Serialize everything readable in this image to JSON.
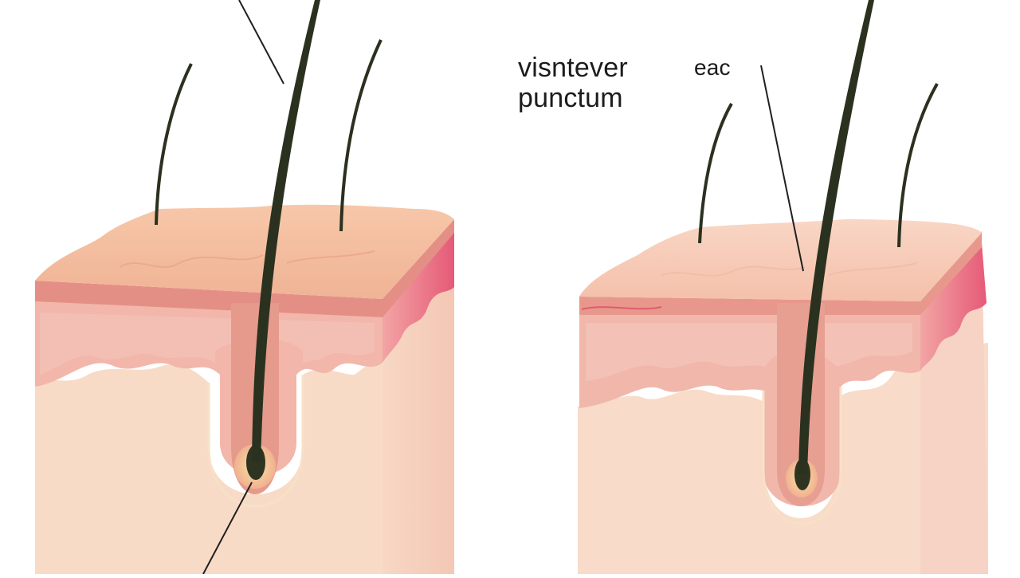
{
  "labels": {
    "title_line1": "visntever",
    "title_line2": "punctum",
    "side_label": "eac"
  },
  "colors": {
    "background": "#ffffff",
    "skin_top": "#f4c1a4",
    "skin_top_light": "#f6c9b2",
    "epidermis": "#e89a8e",
    "dermis": "#f2b9ad",
    "dermis_light": "#f4c3b9",
    "subcutis": "#f8d9c5",
    "side_face": "#f5cfc0",
    "side_red": "#e8607a",
    "hair": "#2a2e1e",
    "follicle": "#dc8f80",
    "bulb_glow": "#f7d7a3",
    "leader_line": "#202020"
  },
  "diagram": {
    "panels": [
      {
        "name": "left-skin-block",
        "hair_count": 3,
        "follicle": true
      },
      {
        "name": "right-skin-block",
        "hair_count": 3,
        "follicle": true
      }
    ]
  }
}
